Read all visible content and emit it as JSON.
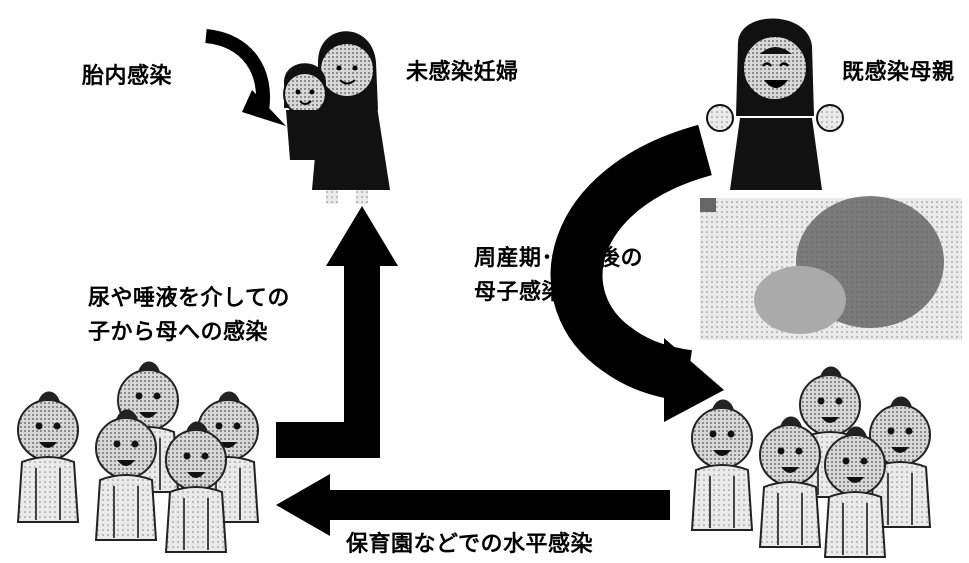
{
  "labels": {
    "intrauterine": "胎内感染",
    "uninfected_pregnant": "未感染妊婦",
    "infected_mother": "既感染母親",
    "perinatal_line1": "周産期･出生後の",
    "perinatal_line2": "母子感染",
    "child_to_mother_line1": "尿や唾液を介しての",
    "child_to_mother_line2": "子から母への感染",
    "horizontal": "保育園などでの水平感染"
  },
  "colors": {
    "arrow": "#000000",
    "text": "#000000",
    "background": "#ffffff",
    "photo": "#c9c9c9"
  },
  "icons": [
    "pregnant-woman-with-child-icon",
    "mother-icon",
    "nursing-baby-photo",
    "baby-group-icon"
  ]
}
